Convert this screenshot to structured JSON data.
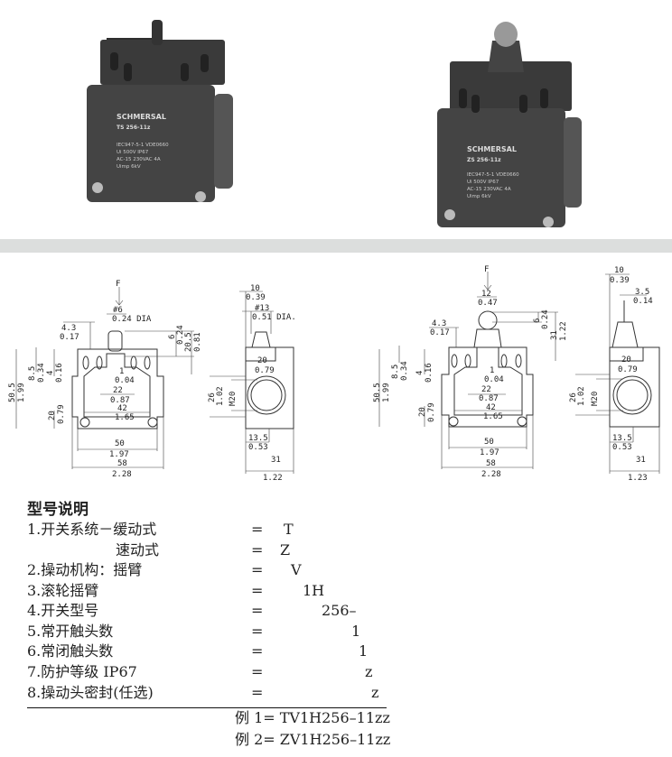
{
  "photos": {
    "left": {
      "brand": "SCHMERSAL",
      "model": "TS 256-11z",
      "spec_lines": [
        "IEC947-5-1 VDE0660",
        "Ui 500V IP67",
        "AC-15 230VAC 4A",
        "Uimp 6kV"
      ]
    },
    "right": {
      "brand": "SCHMERSAL",
      "model": "ZS 256-11z",
      "spec_lines": [
        "IEC947-5-1 VDE0660",
        "Ui 500V IP67",
        "AC-15 230VAC 4A",
        "Uimp 6kV"
      ]
    }
  },
  "drawing_left": {
    "force": "F",
    "plunger_dia": "#6",
    "plunger_dia_in": "0.24 DIA",
    "d43": "4.3",
    "d43_in": "0.17",
    "d6": "6",
    "d6_in": "0.24",
    "d205": "20.5",
    "d205_in": "0.81",
    "d85": "8.5",
    "d85_in": "0.34",
    "d4": "4",
    "d4_in": "0.16",
    "d505": "50.5",
    "d505_in": "1.99",
    "d20": "20",
    "d20_in": "0.79",
    "d1": "1",
    "d1_in": "0.04",
    "d22": "22",
    "d22_in": "0.87",
    "d42": "42",
    "d42_in": "1.65",
    "d50": "50",
    "d50_in": "1.97",
    "d58": "58",
    "d58_in": "2.28",
    "side": {
      "d10": "10",
      "d10_in": "0.39",
      "d13": "#13",
      "d13_in": "0.51 DIA.",
      "d20": "20",
      "d20_in": "0.79",
      "d26": "26",
      "d26_in": "1.02",
      "thread": "M20",
      "d135": "13.5",
      "d135_in": "0.53",
      "d31": "31",
      "d31_in": "1.22"
    }
  },
  "drawing_right": {
    "force": "F",
    "d12": "12",
    "d12_in": "0.47",
    "d6": "6",
    "d6_in": "0.24",
    "d31": "31",
    "d31_in": "1.22",
    "d43": "4.3",
    "d43_in": "0.17",
    "d85": "8.5",
    "d85_in": "0.34",
    "d4": "4",
    "d4_in": "0.16",
    "d505": "50.5",
    "d505_in": "1.99",
    "d20": "20",
    "d20_in": "0.79",
    "d1": "1",
    "d1_in": "0.04",
    "d22": "22",
    "d22_in": "0.87",
    "d42": "42",
    "d42_in": "1.65",
    "d50": "50",
    "d50_in": "1.97",
    "d58": "58",
    "d58_in": "2.28",
    "side": {
      "d10": "10",
      "d10_in": "0.39",
      "d35": "3.5",
      "d35_in": "0.14",
      "d20": "20",
      "d20_in": "0.79",
      "d26": "26",
      "d26_in": "1.02",
      "thread": "M20",
      "d135": "13.5",
      "d135_in": "0.53",
      "d31": "31",
      "d31_in": "1.23"
    }
  },
  "model_code": {
    "title": "型号说明",
    "rows": [
      {
        "label": "1.开关系统－缓动式",
        "eq": "=",
        "value": "T"
      },
      {
        "label": "速动式",
        "eq": "=",
        "value": "Z"
      },
      {
        "label": "2.操动机构：摇臂",
        "eq": "=",
        "value": "V"
      },
      {
        "label": "3.滚轮摇臂",
        "eq": "=",
        "value": "1H"
      },
      {
        "label": "4.开关型号",
        "eq": "=",
        "value": "256–"
      },
      {
        "label": "5.常开触头数",
        "eq": "=",
        "value": "1"
      },
      {
        "label": "6.常闭触头数",
        "eq": "=",
        "value": "1"
      },
      {
        "label": "7.防护等级 IP67",
        "eq": "=",
        "value": "z"
      },
      {
        "label": "8.操动头密封(任选)",
        "eq": "=",
        "value": "z"
      }
    ],
    "examples": [
      "例 1=  TV1H256–11zz",
      "例 2=  ZV1H256–11zz"
    ]
  }
}
